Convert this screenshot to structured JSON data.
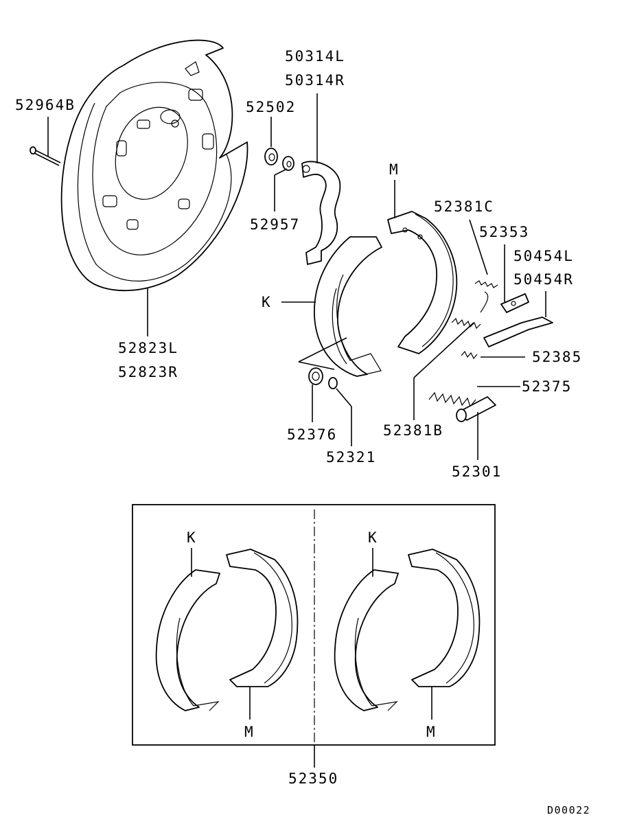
{
  "labels": {
    "p52964B": "52964B",
    "p52823L": "52823L",
    "p52823R": "52823R",
    "p50314L": "50314L",
    "p50314R": "50314R",
    "p52502": "52502",
    "p52957": "52957",
    "markM_top": "M",
    "markK_top": "K",
    "p52381C": "52381C",
    "p52353": "52353",
    "p50454L": "50454L",
    "p50454R": "50454R",
    "p52385": "52385",
    "p52375": "52375",
    "p52376": "52376",
    "p52321": "52321",
    "p52381B": "52381B",
    "p52301": "52301",
    "kitK_left": "K",
    "kitM_left": "M",
    "kitK_right": "K",
    "kitM_right": "M",
    "p52350": "52350",
    "code": "D00022"
  }
}
